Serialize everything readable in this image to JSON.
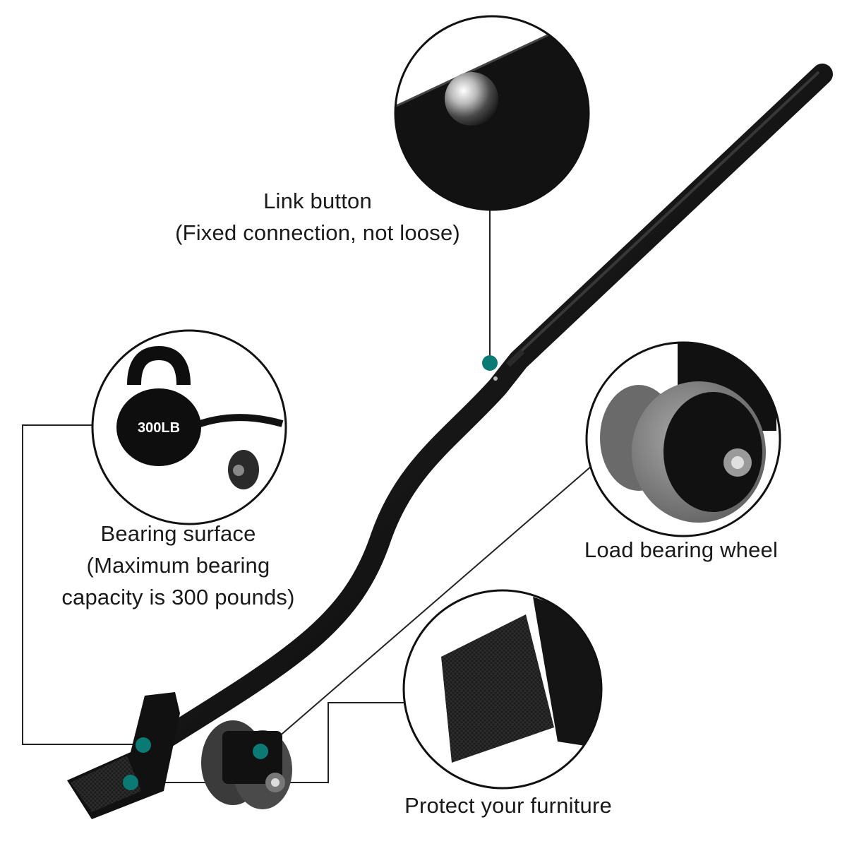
{
  "accent_color": "#0b7a74",
  "callouts": {
    "link_button": {
      "title": "Link button",
      "detail": "(Fixed connection, not loose)"
    },
    "bearing_surface": {
      "title": "Bearing surface",
      "detail_line1": "(Maximum bearing",
      "detail_line2": "capacity is 300 pounds)",
      "weight_badge": "300LB"
    },
    "load_wheel": {
      "title": "Load bearing wheel"
    },
    "protect": {
      "title": "Protect your furniture"
    }
  }
}
